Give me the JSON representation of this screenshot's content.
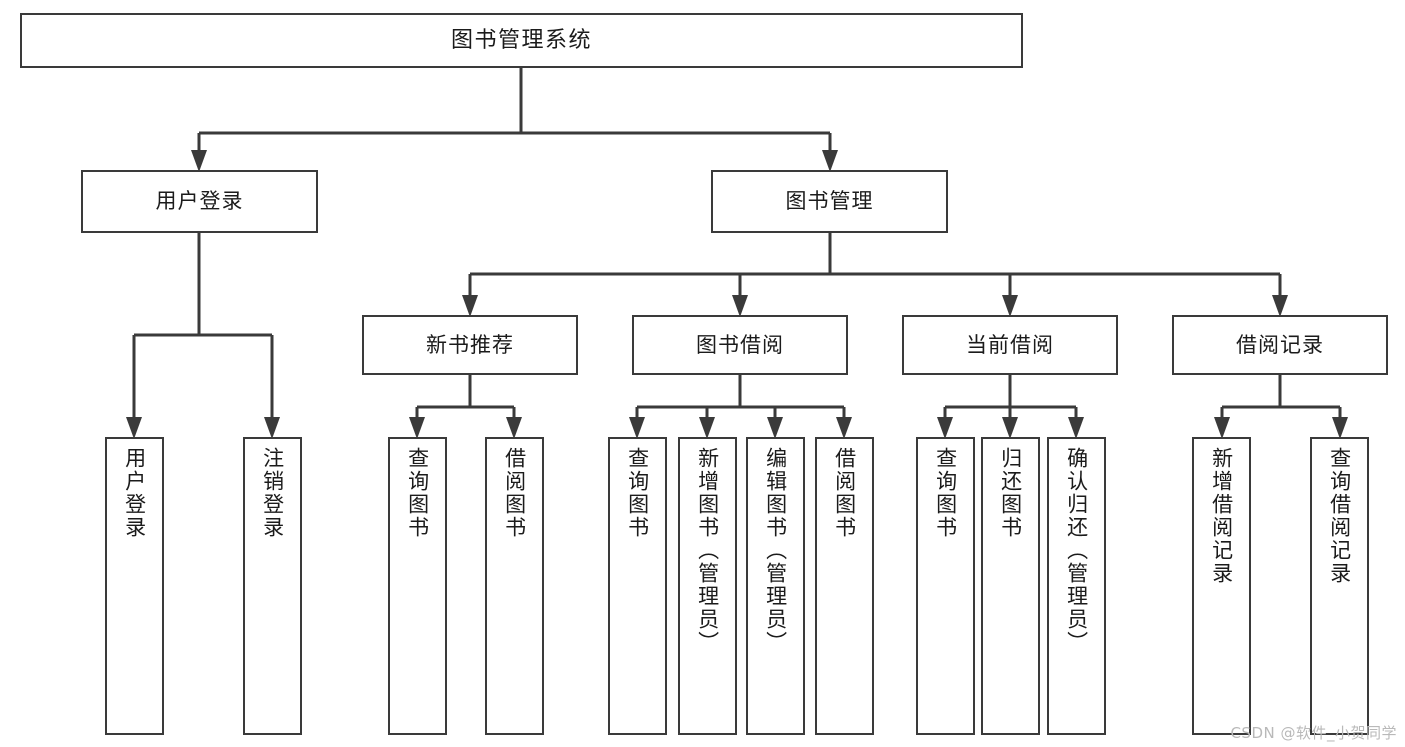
{
  "diagram": {
    "type": "tree-hierarchy",
    "title": "图书管理系统",
    "root": {
      "label": "图书管理系统"
    },
    "level2": [
      {
        "label": "用户登录"
      },
      {
        "label": "图书管理"
      }
    ],
    "level3": [
      {
        "label": "新书推荐"
      },
      {
        "label": "图书借阅"
      },
      {
        "label": "当前借阅"
      },
      {
        "label": "借阅记录"
      }
    ],
    "leaves": {
      "user_login": [
        {
          "label": "用户登录"
        },
        {
          "label": "注销登录"
        }
      ],
      "new_book_recommend": [
        {
          "label": "查询图书"
        },
        {
          "label": "借阅图书"
        }
      ],
      "book_borrow": [
        {
          "label": "查询图书"
        },
        {
          "label": "新增图书（管理员）"
        },
        {
          "label": "编辑图书（管理员）"
        },
        {
          "label": "借阅图书"
        }
      ],
      "current_borrow": [
        {
          "label": "查询图书"
        },
        {
          "label": "归还图书"
        },
        {
          "label": "确认归还（管理员）"
        }
      ],
      "borrow_record": [
        {
          "label": "新增借阅记录"
        },
        {
          "label": "查询借阅记录"
        }
      ]
    }
  },
  "watermark": {
    "text": "CSDN @软件_小贺同学"
  },
  "colors": {
    "box_border": "#3a3a3a",
    "connector": "#3a3a3a",
    "text": "#1b1b1b",
    "background": "#ffffff",
    "watermark": "#b9b9b9"
  }
}
